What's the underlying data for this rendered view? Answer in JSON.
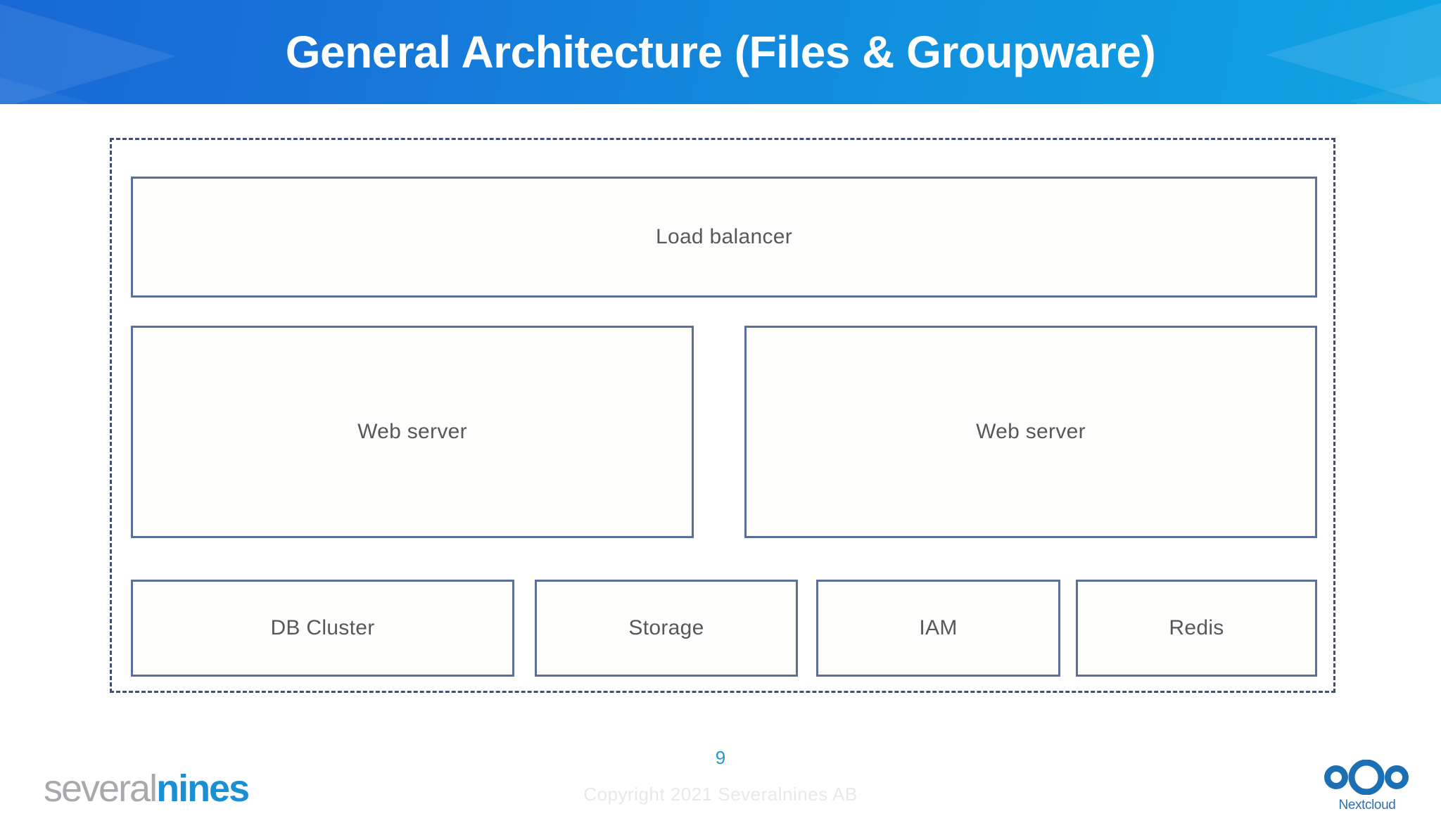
{
  "header": {
    "title": "General Architecture (Files & Groupware)",
    "gradient_from": "#1769d6",
    "gradient_to": "#0fa3e2",
    "title_color": "#ffffff"
  },
  "diagram": {
    "border_color": "#44506b",
    "node_border_color": "#5b7098",
    "node_fill": "#fdfdfb",
    "node_label_color": "#58585a",
    "rows": [
      {
        "nodes": [
          {
            "label": "Load balancer"
          }
        ]
      },
      {
        "nodes": [
          {
            "label": "Web server"
          },
          {
            "label": "Web server"
          }
        ]
      },
      {
        "nodes": [
          {
            "label": "DB Cluster"
          },
          {
            "label": "Storage"
          },
          {
            "label": "IAM"
          },
          {
            "label": "Redis"
          }
        ]
      }
    ]
  },
  "footer": {
    "page_number": "9",
    "page_number_color": "#2397d4",
    "copyright": "Copyright 2021 Severalnines AB",
    "copyright_color": "#e8e8e8",
    "brand_logo": {
      "part_one": "several",
      "part_two": "nines",
      "part_one_color": "#a7a9ac",
      "part_two_color": "#1a8fd1"
    },
    "partner_logo": {
      "name": "Nextcloud",
      "color": "#1a6fb5",
      "icon": "nextcloud-logo-icon"
    }
  }
}
